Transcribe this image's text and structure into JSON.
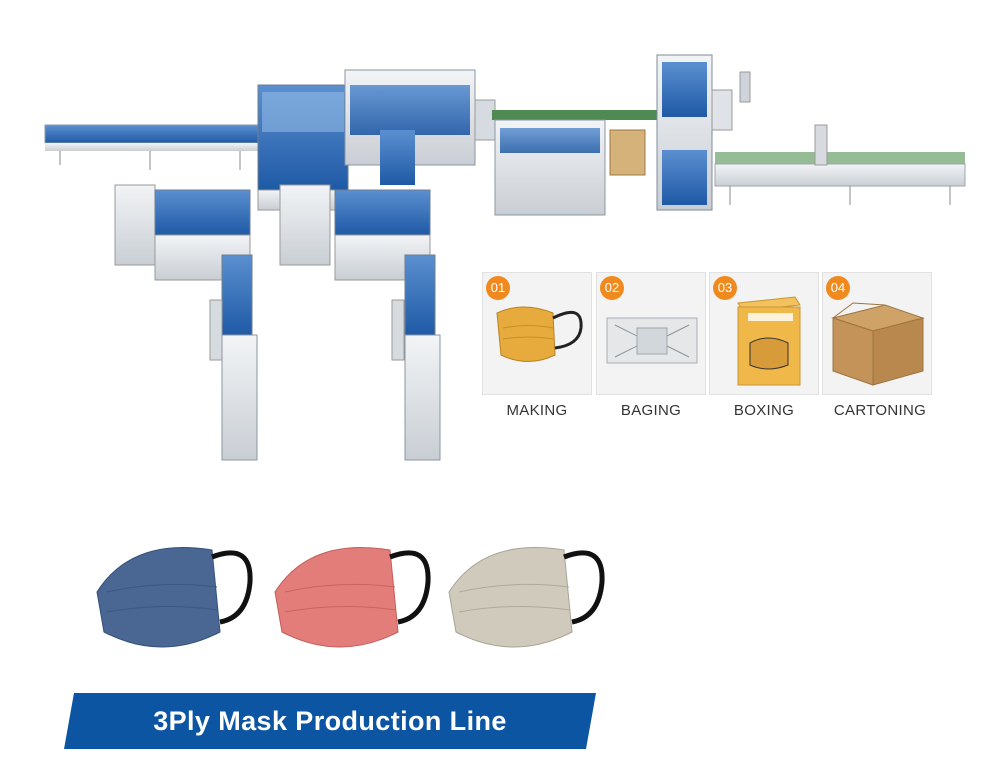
{
  "steps": [
    {
      "number": "01",
      "label": "MAKING",
      "icon": "yellow-mask"
    },
    {
      "number": "02",
      "label": "BAGING",
      "icon": "bagged-mask"
    },
    {
      "number": "03",
      "label": "BOXING",
      "icon": "mask-box"
    },
    {
      "number": "04",
      "label": "CARTONING",
      "icon": "carton-box"
    }
  ],
  "masks": [
    {
      "color": "#4a6794",
      "icon": "blue-mask"
    },
    {
      "color": "#e27d7a",
      "icon": "pink-mask"
    },
    {
      "color": "#cfcabc",
      "icon": "beige-mask"
    }
  ],
  "banner": {
    "title": "3Ply Mask Production Line",
    "color": "#0b55a3"
  },
  "colors": {
    "accent": "#f08a1e",
    "machine_blue": "#2a6fb3"
  }
}
